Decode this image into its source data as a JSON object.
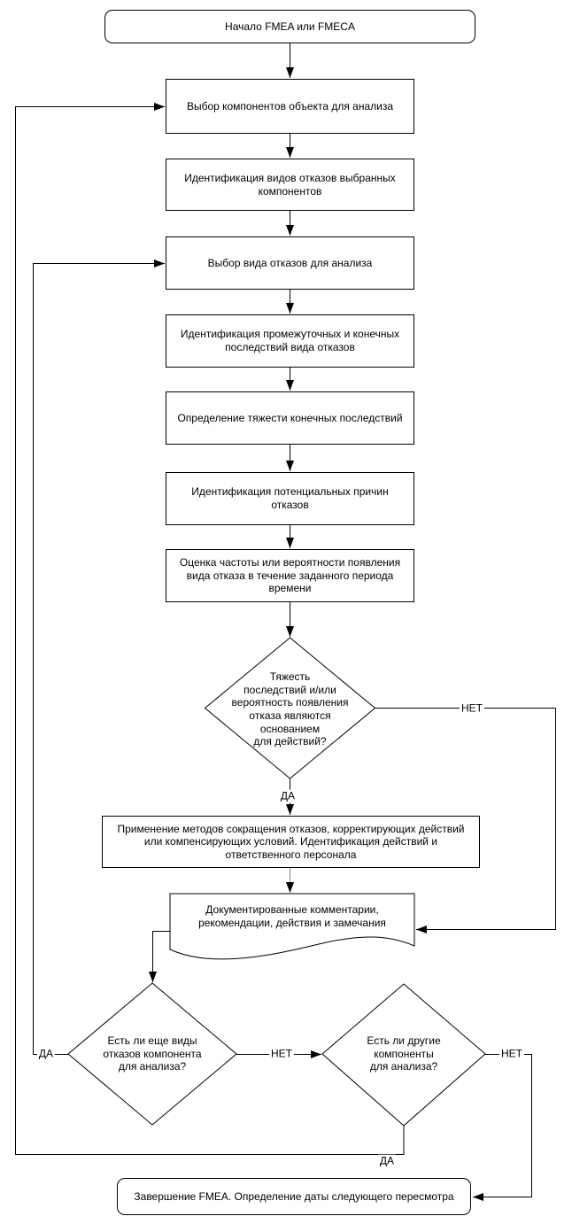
{
  "diagram": {
    "type": "flowchart",
    "language": "ru",
    "colors": {
      "line": "#000000",
      "gray_connector": "#808080",
      "background": "#ffffff",
      "text": "#000000"
    },
    "nodes": {
      "start": {
        "shape": "terminator",
        "label": "Начало FMEA или FMECA"
      },
      "select_components": {
        "shape": "process",
        "label": "Выбор компонентов объекта для анализа"
      },
      "identify_modes": {
        "shape": "process",
        "label": "Идентификация видов отказов выбранных\nкомпонентов"
      },
      "select_mode": {
        "shape": "process",
        "label": "Выбор вида отказов для анализа"
      },
      "identify_effects": {
        "shape": "process",
        "label": "Идентификация промежуточных и конечных\nпоследствий вида отказов"
      },
      "severity": {
        "shape": "process",
        "label": "Определение тяжести конечных последствий"
      },
      "identify_causes": {
        "shape": "process",
        "label": "Идентификация потенциальных причин отказов"
      },
      "estimate_frequency": {
        "shape": "process",
        "label": "Оценка частоты или вероятности появления\nвида отказа в течение заданного периода\nвремени"
      },
      "decision_action": {
        "shape": "decision",
        "label": "Тяжесть\nпоследствий и/или\nвероятность появления\nотказа являются\nоснованием\nдля действий?"
      },
      "apply_methods": {
        "shape": "process",
        "label": "Применение методов сокращения отказов, корректирующих действий\nили компенсирующих условий. Идентификация действий и\nответственного персонала"
      },
      "documented_comments": {
        "shape": "document",
        "label": "Документированные комментарии,\nрекомендации, действия и замечания"
      },
      "decision_more_modes": {
        "shape": "decision",
        "label": "Есть ли еще виды\nотказов компонента\nдля анализа?"
      },
      "decision_more_components": {
        "shape": "decision",
        "label": "Есть ли другие\nкомпоненты\nдля анализа?"
      },
      "end": {
        "shape": "terminator",
        "label": "Завершение FMEA. Определение даты следующего пересмотра"
      }
    },
    "edge_labels": {
      "d1_no": "НЕТ",
      "d1_yes": "ДА",
      "d2_yes": "ДА",
      "d2_no": "НЕТ",
      "d3_no": "НЕТ",
      "d3_yes": "ДА"
    }
  }
}
